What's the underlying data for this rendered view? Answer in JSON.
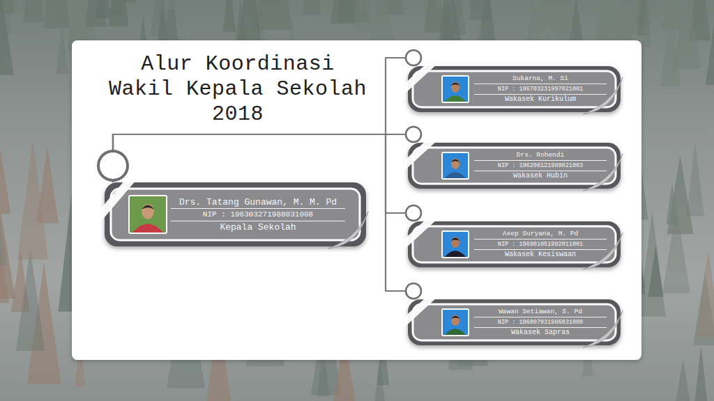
{
  "diagram": {
    "title": "Alur Koordinasi Wakil Kepala Sekolah 2018",
    "nodes": [
      {
        "text": [
          "Drs. Tatang Gunawan, M. M. Pd",
          "NIP : 196303271988031008",
          "Kepala Sekolah"
        ]
      },
      {
        "text": [
          "Sukarna, M. Si",
          "NIP : 196703231997021001",
          "Wakasek Kurikulum"
        ]
      },
      {
        "text": [
          "Drs. Rohendi",
          "NIP : 196206121989021003",
          "Wakasek Hubin"
        ]
      },
      {
        "text": [
          "Asep Suryana, M. Pd",
          "NIP : 196901051992011001",
          "Wakasek Kesiswaan"
        ]
      },
      {
        "text": [
          "Wawan Setiawan, S. Pd",
          "NIP : 196007031986031009",
          "Wakasek Sapras"
        ]
      }
    ],
    "edges": [
      {
        "from": 0,
        "to": 1,
        "arrow": "none"
      },
      {
        "from": 0,
        "to": 2,
        "arrow": "none"
      },
      {
        "from": 0,
        "to": 3,
        "arrow": "none"
      },
      {
        "from": 0,
        "to": 4,
        "arrow": "none"
      }
    ]
  }
}
